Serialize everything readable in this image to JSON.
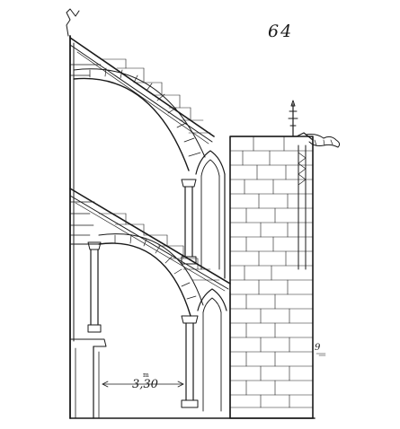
{
  "plate_number": "64",
  "dimension": {
    "value": "3,30",
    "unit_superscript": "m"
  },
  "scale_mark": "9",
  "colors": {
    "ink": "#1a1a1a",
    "paper": "#ffffff"
  }
}
